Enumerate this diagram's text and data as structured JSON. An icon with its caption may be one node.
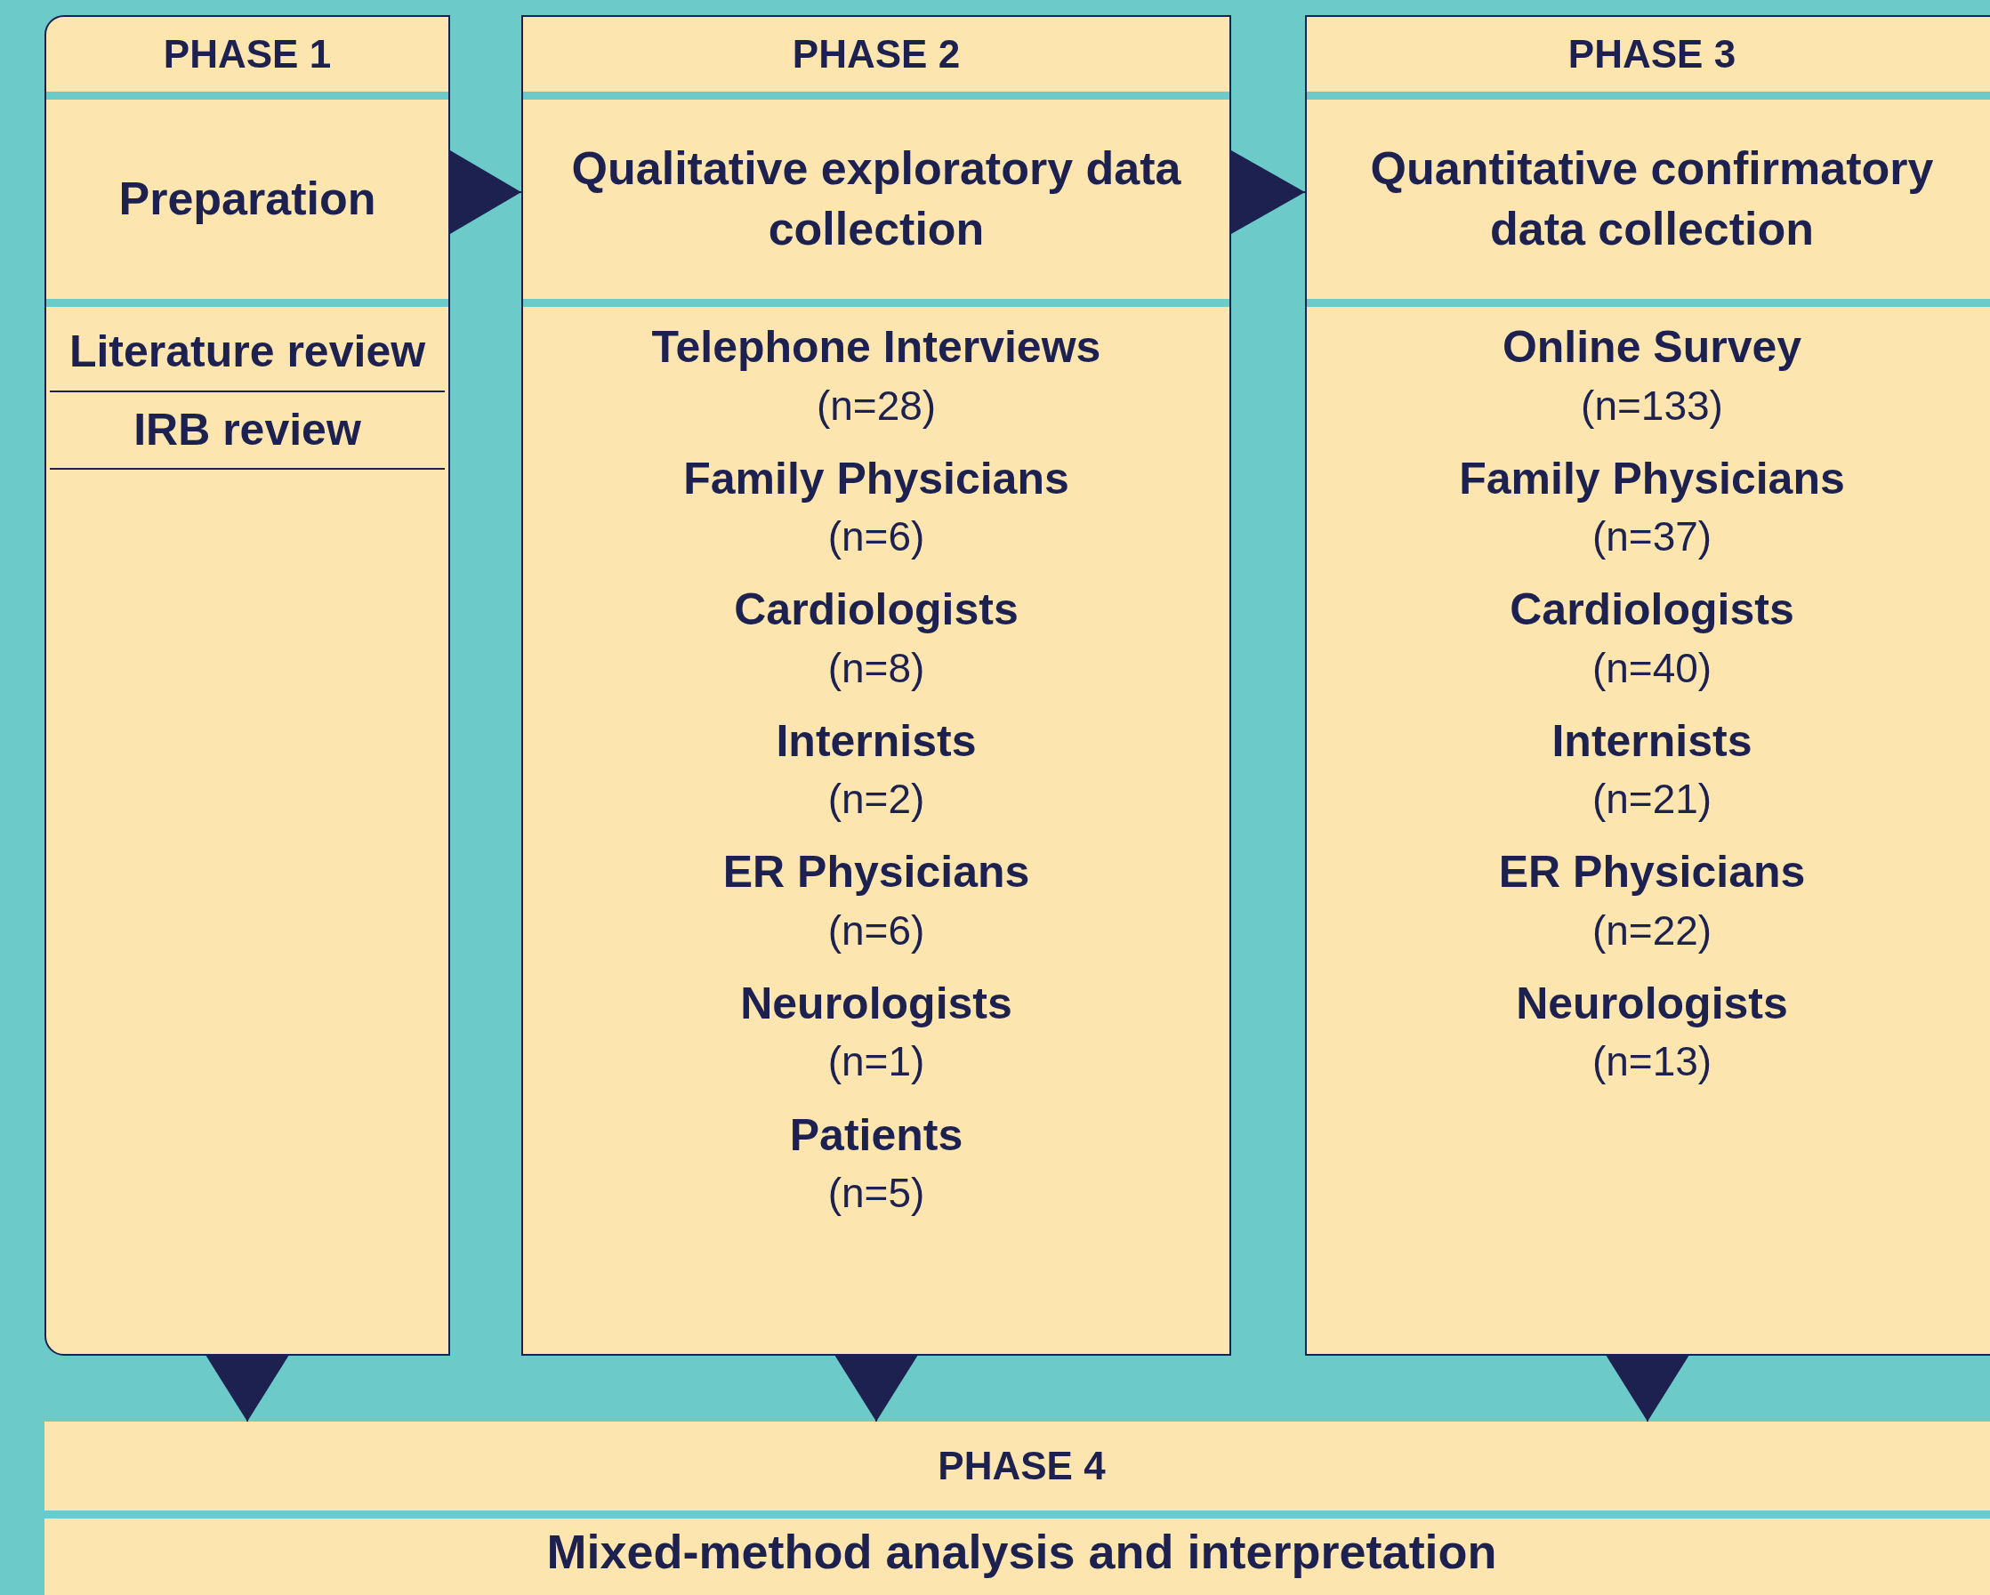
{
  "diagram": {
    "nodes": [
      {
        "text": [
          "PHASE 1",
          "Preparation",
          "Literature review",
          "IRB review"
        ]
      },
      {
        "text": [
          "PHASE 2",
          "Qualitative exploratory data collection",
          "Telephone Interviews",
          "(n=28)",
          "Family Physicians",
          "(n=6)",
          "Cardiologists",
          "(n=8)",
          "Internists",
          "(n=2)",
          "ER Physicians",
          "(n=6)",
          "Neurologists",
          "(n=1)",
          "Patients",
          "(n=5)"
        ]
      },
      {
        "text": [
          "PHASE 3",
          "Quantitative confirmatory data collection",
          "Online Survey",
          "(n=133)",
          "Family Physicians",
          "(n=37)",
          "Cardiologists",
          "(n=40)",
          "Internists",
          "(n=21)",
          "ER Physicians",
          "(n=22)",
          "Neurologists",
          "(n=13)"
        ]
      },
      {
        "text": [
          "PHASE 4",
          "Mixed-method analysis and interpretation"
        ]
      }
    ],
    "edges": [
      {
        "from": 0,
        "to": 1,
        "arrow": "to"
      },
      {
        "from": 1,
        "to": 2,
        "arrow": "to"
      },
      {
        "from": 0,
        "to": 3,
        "arrow": "to"
      },
      {
        "from": 1,
        "to": 3,
        "arrow": "to"
      },
      {
        "from": 2,
        "to": 3,
        "arrow": "to"
      }
    ]
  }
}
